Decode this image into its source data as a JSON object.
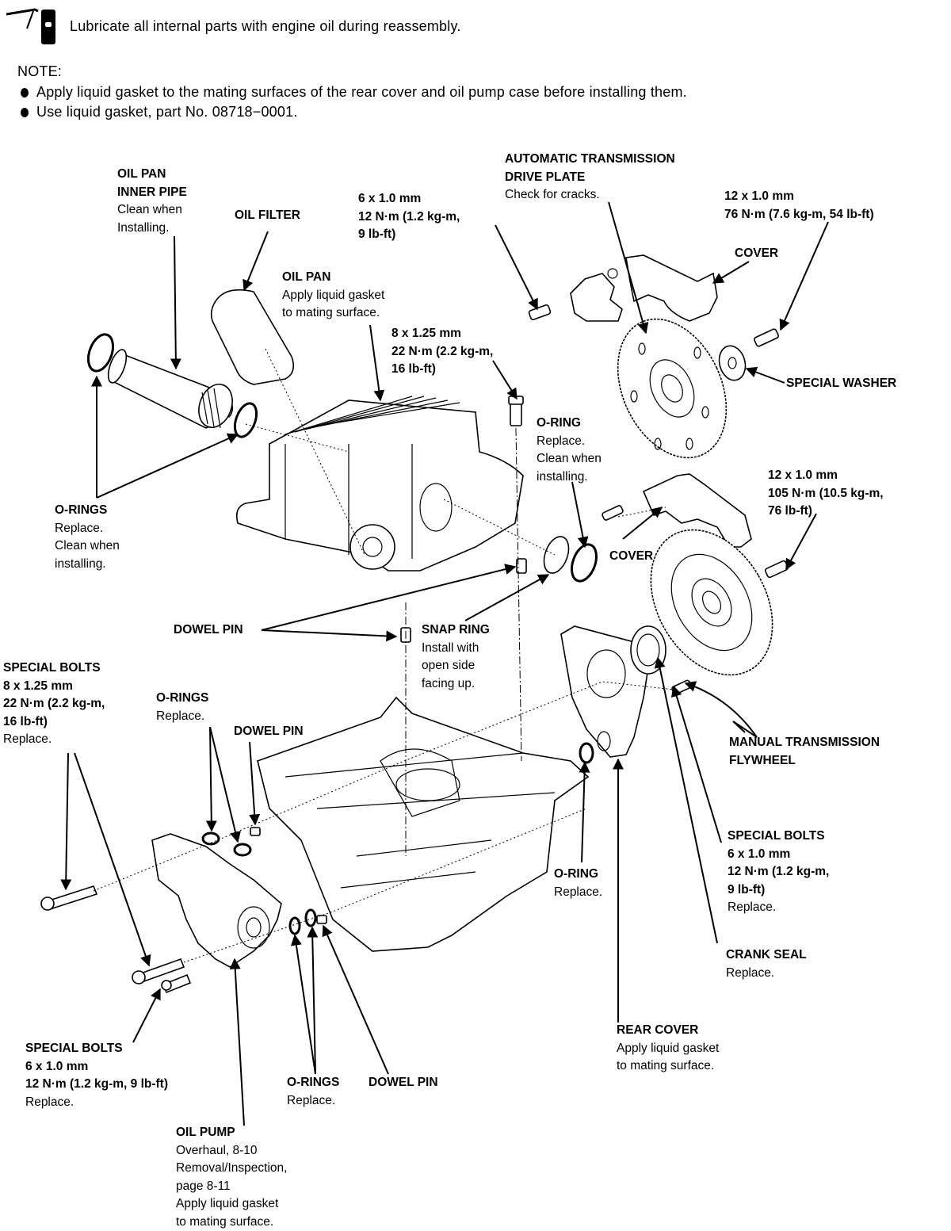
{
  "header": {
    "lubricant_icon": "oil-can-icon",
    "lubricate_note": "Lubricate all internal parts with engine oil during reassembly.",
    "note_heading": "NOTE:",
    "notes": [
      "Apply liquid gasket to the mating surfaces of the rear cover and oil pump case before installing them.",
      "Use liquid gasket, part No. 08718−0001."
    ]
  },
  "callouts": {
    "oil_pan_inner_pipe": {
      "title": [
        "OIL PAN",
        "INNER PIPE"
      ],
      "notes": [
        "Clean when",
        "Installing."
      ]
    },
    "oil_filter": {
      "title": [
        "OIL FILTER"
      ],
      "notes": []
    },
    "bolt_6x1_top": {
      "title": [
        "6 x 1.0 mm",
        "12 N·m (1.2 kg-m,",
        "9 lb-ft)"
      ],
      "notes": []
    },
    "oil_pan": {
      "title": [
        "OIL PAN"
      ],
      "notes": [
        "Apply liquid gasket",
        "to mating surface."
      ]
    },
    "bolt_8x125_top": {
      "title": [
        "8 x 1.25 mm",
        "22 N·m (2.2 kg-m,",
        "16 lb-ft)"
      ],
      "notes": []
    },
    "at_drive_plate": {
      "title": [
        "AUTOMATIC TRANSMISSION",
        "DRIVE PLATE"
      ],
      "notes": [
        "Check for cracks."
      ]
    },
    "bolt_12x1_76": {
      "title": [
        "12 x 1.0 mm",
        "76 N·m (7.6 kg-m, 54 lb-ft)"
      ],
      "notes": []
    },
    "cover_top": {
      "title": [
        "COVER"
      ],
      "notes": []
    },
    "special_washer": {
      "title": [
        "SPECIAL WASHER"
      ],
      "notes": []
    },
    "o_ring_right": {
      "title": [
        "O-RING"
      ],
      "notes": [
        "Replace.",
        "Clean when",
        "installing."
      ]
    },
    "bolt_12x1_105": {
      "title": [
        "12 x 1.0 mm",
        "105 N·m (10.5 kg-m,",
        "76 lb-ft)"
      ],
      "notes": []
    },
    "cover_mid": {
      "title": [
        "COVER"
      ],
      "notes": []
    },
    "o_rings_left": {
      "title": [
        "O-RINGS"
      ],
      "notes": [
        "Replace.",
        "Clean when",
        "installing."
      ]
    },
    "dowel_pin_mid": {
      "title": [
        "DOWEL PIN"
      ],
      "notes": []
    },
    "snap_ring": {
      "title": [
        "SNAP RING"
      ],
      "notes": [
        "Install with",
        "open side",
        "facing up."
      ]
    },
    "special_bolts_8x125": {
      "title": [
        "SPECIAL BOLTS",
        "8 x 1.25 mm",
        "22 N·m (2.2 kg-m,",
        "16 lb-ft)"
      ],
      "notes": [
        "Replace."
      ]
    },
    "o_rings_pump_top": {
      "title": [
        "O-RINGS"
      ],
      "notes": [
        "Replace."
      ]
    },
    "dowel_pin_pump_top": {
      "title": [
        "DOWEL PIN"
      ],
      "notes": []
    },
    "mt_flywheel": {
      "title": [
        "MANUAL TRANSMISSION",
        "FLYWHEEL"
      ],
      "notes": []
    },
    "special_bolts_6x1_right": {
      "title": [
        "SPECIAL BOLTS",
        "6 x 1.0 mm",
        "12 N·m (1.2 kg-m,",
        "9 lb-ft)"
      ],
      "notes": [
        "Replace."
      ]
    },
    "o_ring_block": {
      "title": [
        "O-RING"
      ],
      "notes": [
        "Replace."
      ]
    },
    "crank_seal": {
      "title": [
        "CRANK SEAL"
      ],
      "notes": [
        "Replace."
      ]
    },
    "rear_cover": {
      "title": [
        "REAR COVER"
      ],
      "notes": [
        "Apply liquid gasket",
        "to mating surface."
      ]
    },
    "special_bolts_6x1_bottom": {
      "title": [
        "SPECIAL BOLTS",
        "6 x 1.0 mm",
        "12 N·m (1.2 kg-m, 9 lb-ft)"
      ],
      "notes": [
        "Replace."
      ]
    },
    "o_rings_bottom": {
      "title": [
        "O-RINGS"
      ],
      "notes": [
        "Replace."
      ]
    },
    "dowel_pin_bottom": {
      "title": [
        "DOWEL PIN"
      ],
      "notes": []
    },
    "oil_pump": {
      "title": [
        "OIL PUMP"
      ],
      "notes": [
        "Overhaul, 8-10",
        "Removal/Inspection,",
        "page 8-11",
        "Apply liquid gasket",
        "to mating surface."
      ]
    }
  }
}
